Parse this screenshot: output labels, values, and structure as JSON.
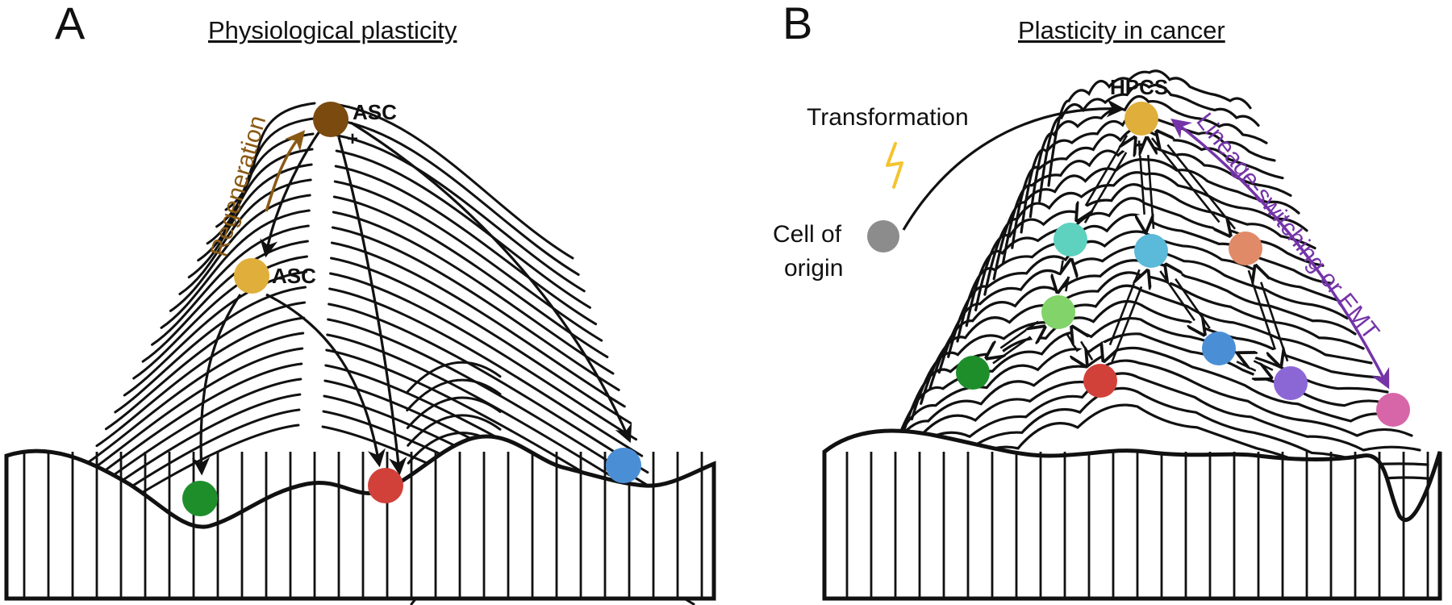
{
  "panel_a": {
    "letter": "A",
    "title": "Physiological plasticity",
    "regeneration_label": "Regeneration",
    "asc_top_label": "ASC",
    "asc_top_sub": "+",
    "asc_mid_label": "ASC",
    "colors": {
      "asc_top": "#7b4a0f",
      "asc_mid": "#e0ae3a",
      "regeneration": "#8a5a14",
      "green": "#1e8e2b",
      "red": "#d1413a",
      "blue": "#4a8fd6"
    }
  },
  "panel_b": {
    "letter": "B",
    "title": "Plasticity in cancer",
    "hpcs_label": "HPCS",
    "transformation_label": "Transformation",
    "cell_of_origin_line1": "Cell of",
    "cell_of_origin_line2": "origin",
    "lineage_label": "Lineage-switching or EMT",
    "colors": {
      "hpcs": "#e0ae3a",
      "origin": "#8c8c8c",
      "teal": "#5fd1bf",
      "cyan": "#5bb9d9",
      "salmon": "#e08a68",
      "lightgreen": "#82d36a",
      "green": "#1e8e2b",
      "red": "#d1413a",
      "blue": "#4a8fd6",
      "purple": "#8b67d6",
      "pink": "#d766a9",
      "lineage": "#7434a8",
      "lightning": "#f4c430"
    }
  }
}
